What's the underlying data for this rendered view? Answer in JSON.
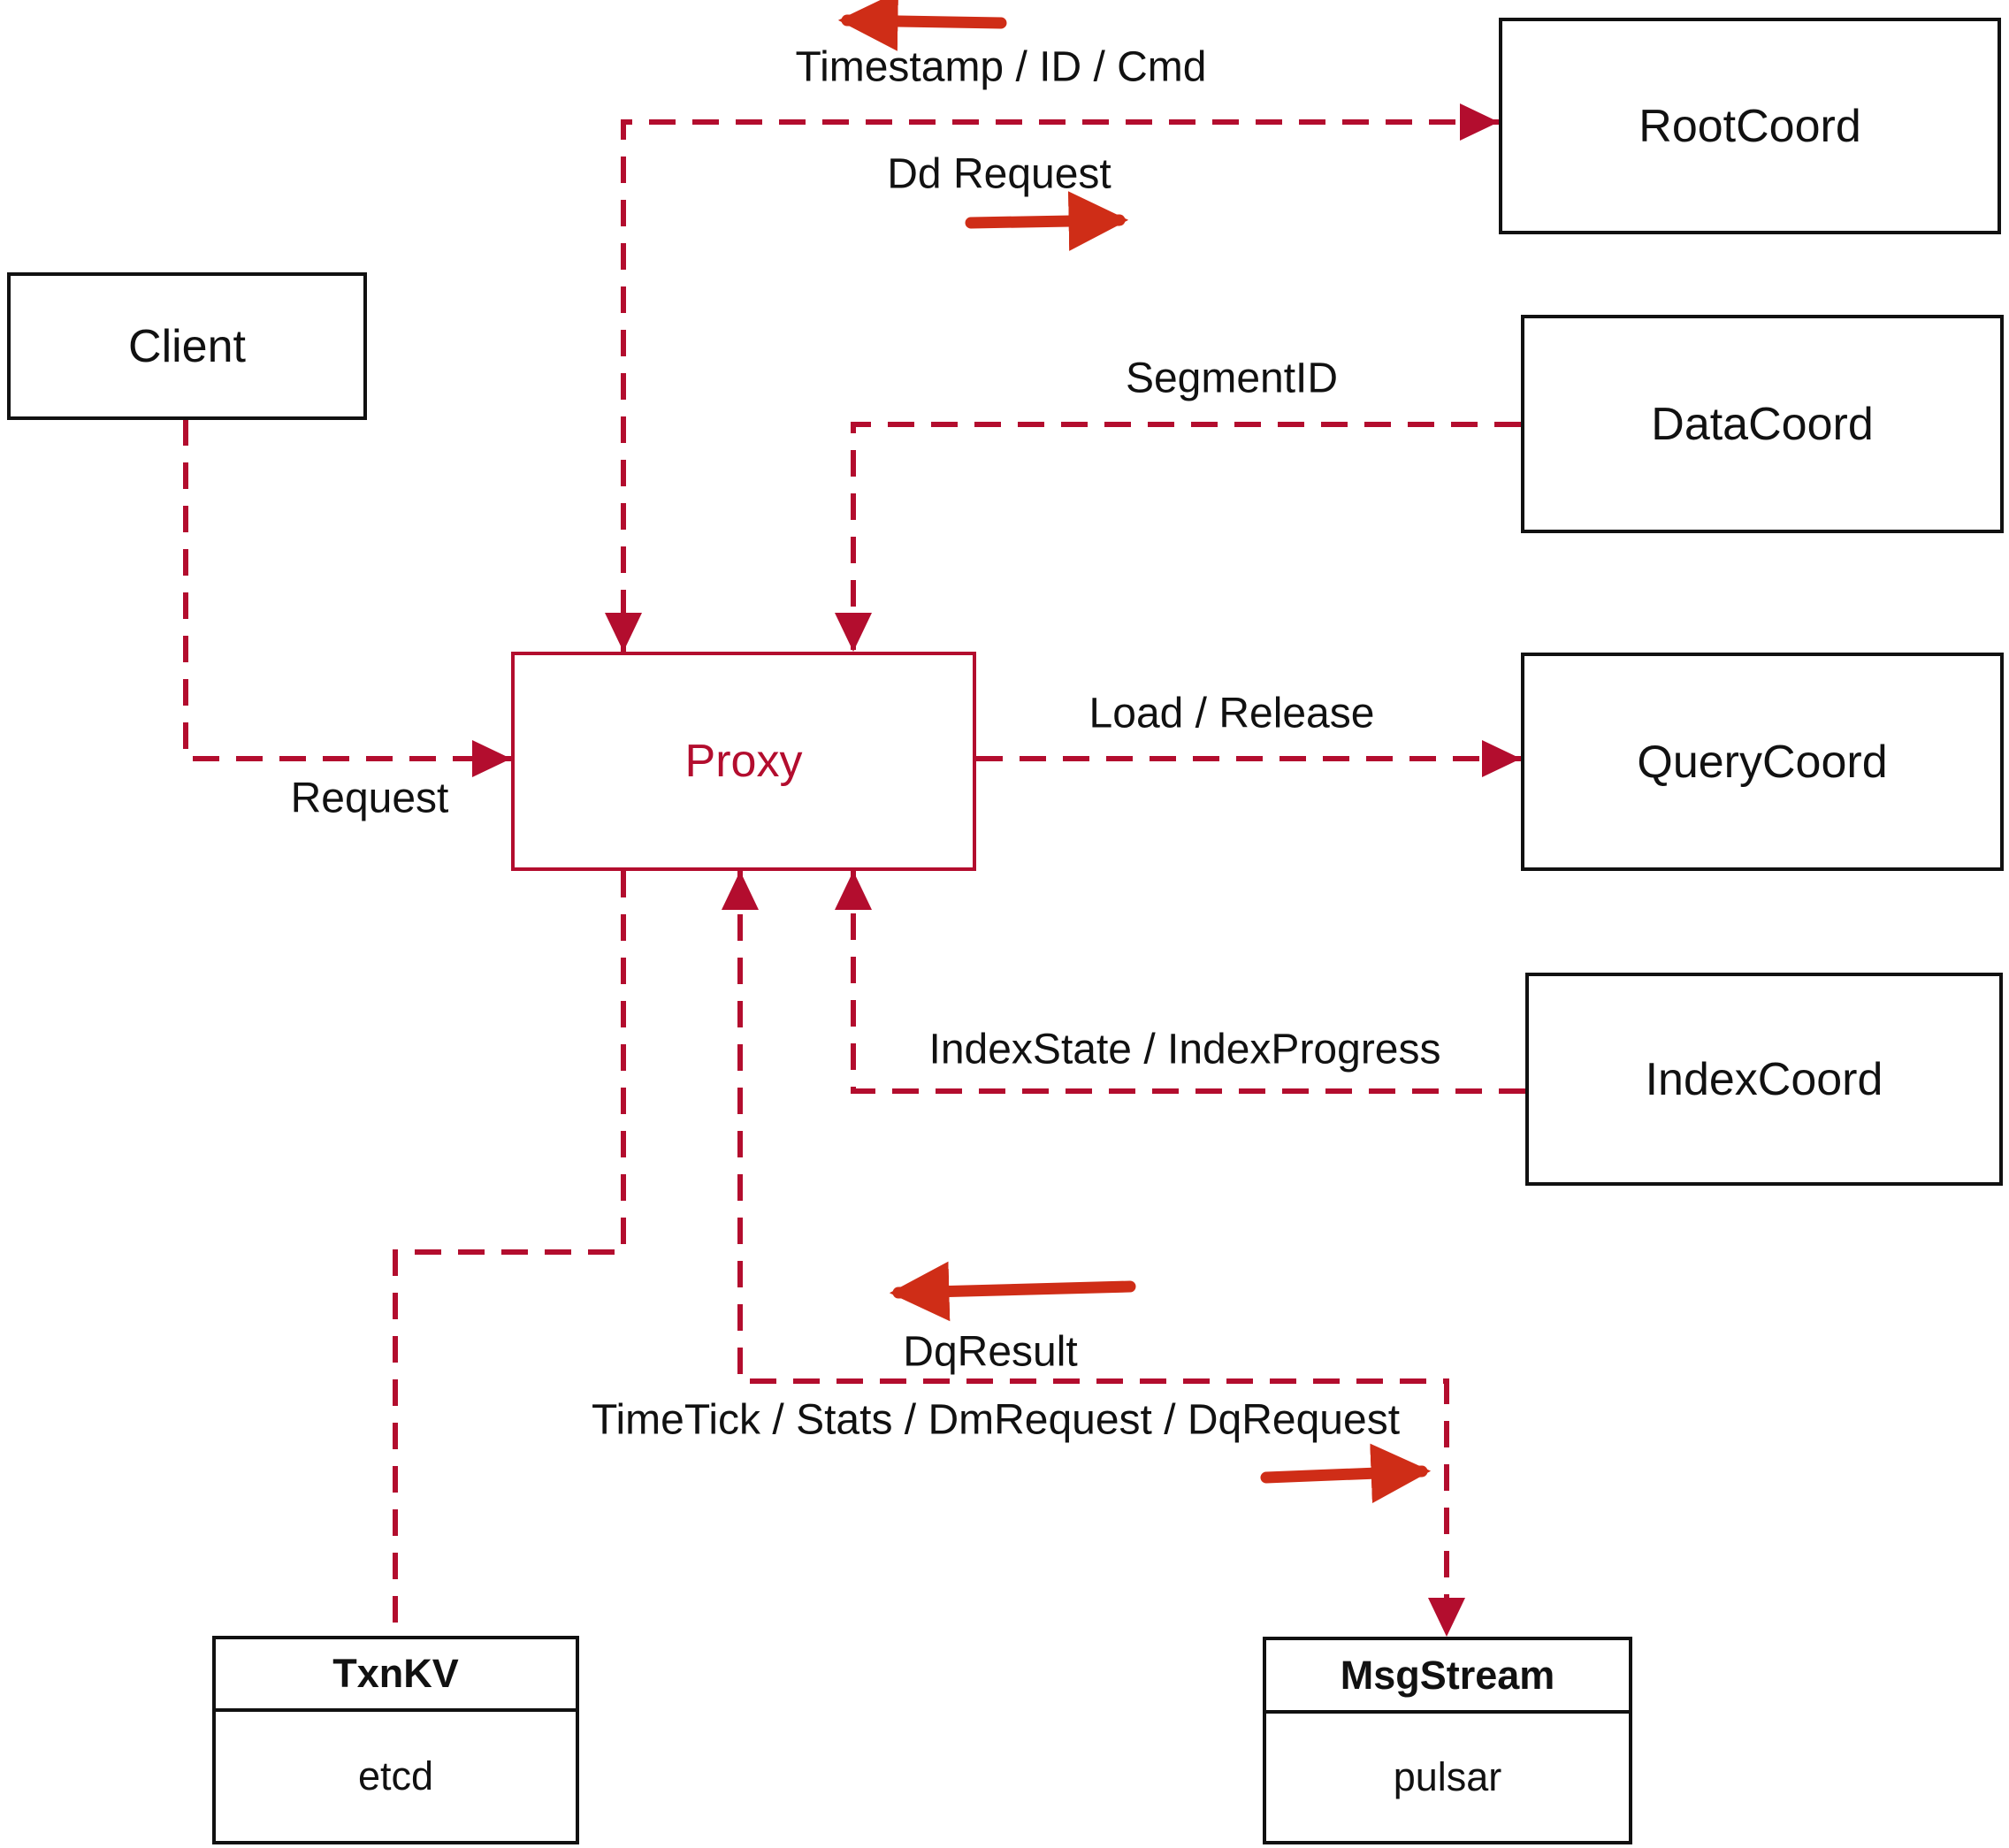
{
  "diagram": {
    "nodes": {
      "client": {
        "label": "Client"
      },
      "proxy": {
        "label": "Proxy"
      },
      "rootcoord": {
        "label": "RootCoord"
      },
      "datacoord": {
        "label": "DataCoord"
      },
      "querycoord": {
        "label": "QueryCoord"
      },
      "indexcoord": {
        "label": "IndexCoord"
      },
      "txnkv": {
        "title": "TxnKV",
        "value": "etcd"
      },
      "msgstream": {
        "title": "MsgStream",
        "value": "pulsar"
      }
    },
    "edge_labels": {
      "timestamp": "Timestamp / ID / Cmd",
      "dd_request": "Dd Request",
      "segment_id": "SegmentID",
      "load_release": "Load / Release",
      "request": "Request",
      "index_state": "IndexState / IndexProgress",
      "dq_result": "DqResult",
      "timetick": "TimeTick / Stats / DmRequest / DqRequest"
    },
    "colors": {
      "dashed_line": "#b30d2e",
      "solid_arrow": "#cf2d17",
      "node_border": "#111111",
      "proxy_accent": "#b30d2e",
      "text": "#111111",
      "background": "#ffffff"
    }
  }
}
